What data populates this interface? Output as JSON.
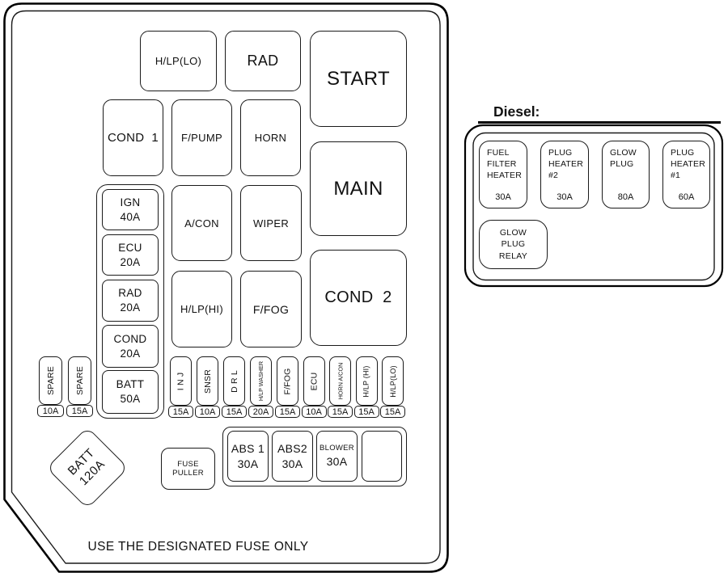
{
  "diesel": {
    "heading": "Diesel:",
    "fuses": [
      {
        "label": "FUEL\nFILTER\nHEATER",
        "amp": "30A"
      },
      {
        "label": "PLUG\nHEATER\n#2",
        "amp": "30A"
      },
      {
        "label": "GLOW\nPLUG",
        "amp": "80A"
      },
      {
        "label": "PLUG\nHEATER\n#1",
        "amp": "60A"
      }
    ],
    "relay_label": "GLOW\nPLUG\nRELAY"
  },
  "main": {
    "relays": {
      "hlp_lo": "H/LP(LO)",
      "rad": "RAD",
      "start": "START",
      "cond1": "COND  1",
      "fpump": "F/PUMP",
      "horn": "HORN",
      "main": "MAIN",
      "acon": "A/CON",
      "wiper": "WIPER",
      "hlp_hi": "H/LP(HI)",
      "ffog": "F/FOG",
      "cond2": "COND  2"
    },
    "stack": [
      {
        "label": "IGN",
        "amp": "40A"
      },
      {
        "label": "ECU",
        "amp": "20A"
      },
      {
        "label": "RAD",
        "amp": "20A"
      },
      {
        "label": "COND",
        "amp": "20A"
      },
      {
        "label": "BATT",
        "amp": "50A"
      }
    ],
    "spares": [
      {
        "label": "SPARE",
        "amp": "10A"
      },
      {
        "label": "SPARE",
        "amp": "15A"
      }
    ],
    "mini_fuses": [
      {
        "label": "I N J",
        "amp": "15A"
      },
      {
        "label": "SNSR",
        "amp": "10A"
      },
      {
        "label": "D R L",
        "amp": "15A"
      },
      {
        "label": "H/LP WASHER",
        "amp": "20A"
      },
      {
        "label": "F/FOG",
        "amp": "15A"
      },
      {
        "label": "ECU",
        "amp": "10A"
      },
      {
        "label": "HORN A/CON",
        "amp": "15A"
      },
      {
        "label": "H/LP (HI)",
        "amp": "15A"
      },
      {
        "label": "H/LP(LO)",
        "amp": "15A"
      }
    ],
    "battery": {
      "line1": "BATT",
      "line2": "120A"
    },
    "fuse_puller": "FUSE PULLER",
    "abs_group": [
      {
        "label": "ABS 1",
        "amp": "30A"
      },
      {
        "label": "ABS2",
        "amp": "30A"
      },
      {
        "label": "BLOWER",
        "amp": "30A"
      }
    ],
    "note": "USE THE DESIGNATED FUSE ONLY"
  }
}
